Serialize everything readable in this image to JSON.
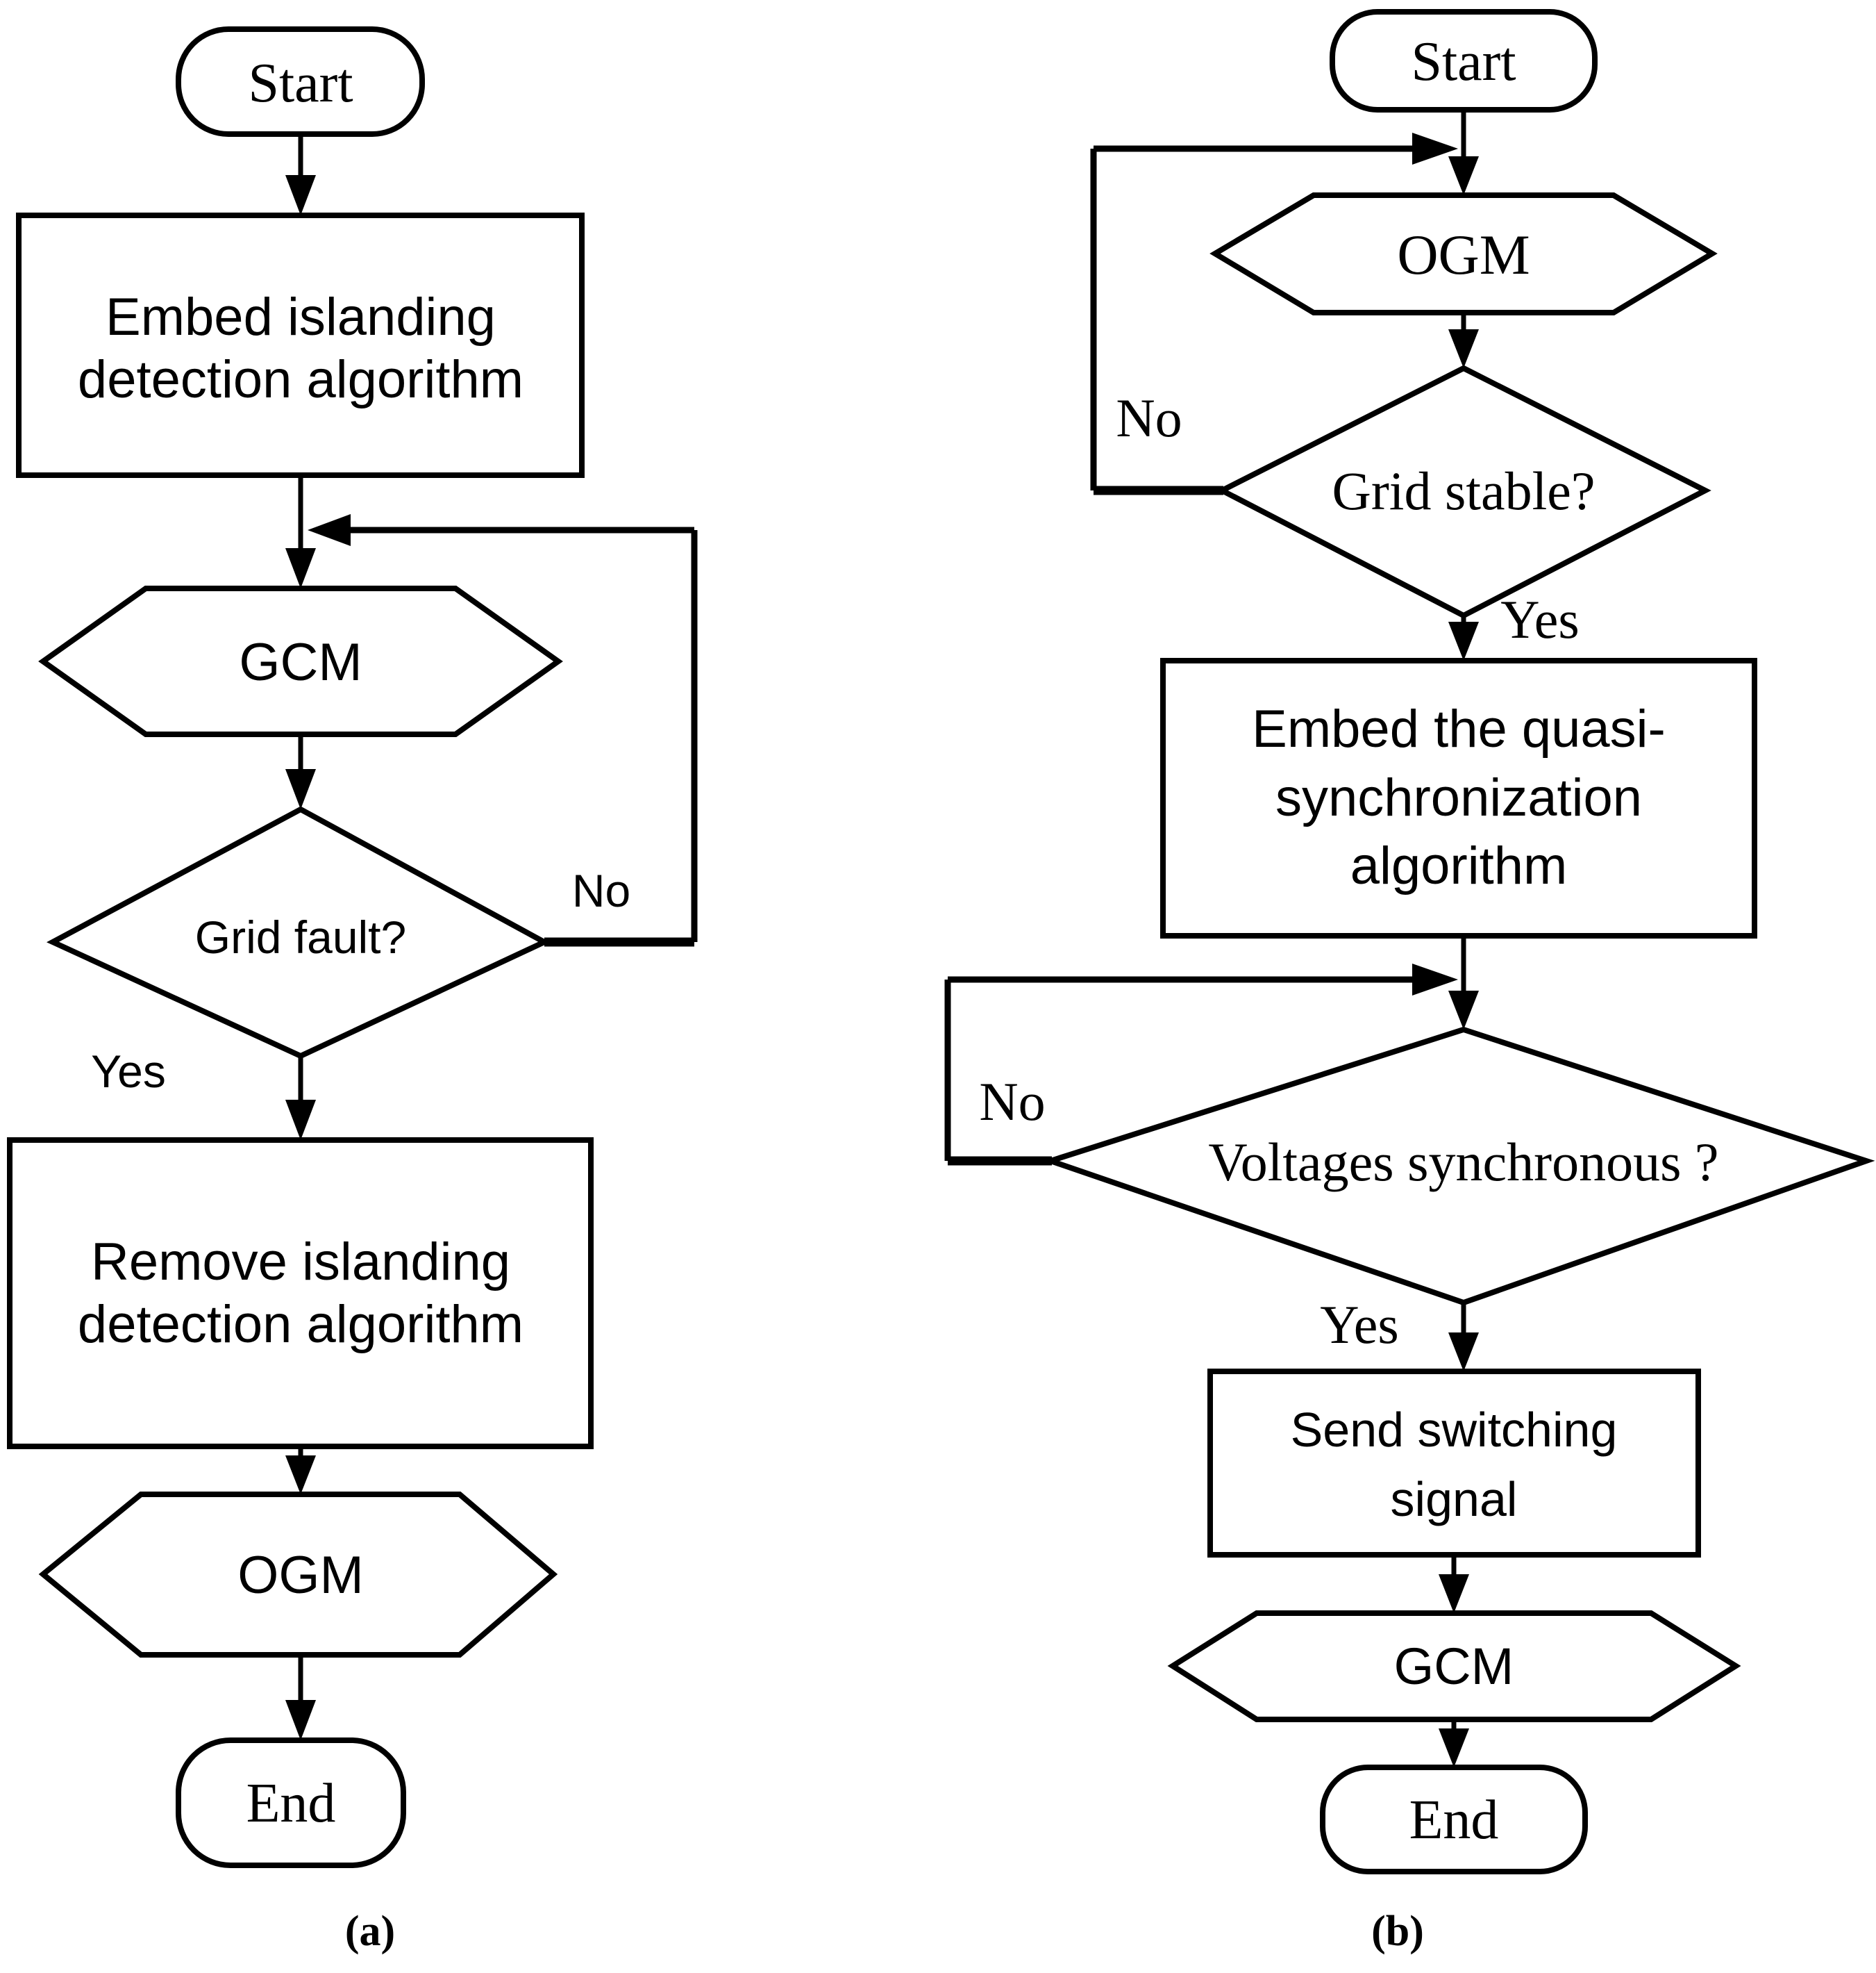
{
  "figure": {
    "background_color": "#ffffff",
    "line_color": "#000000"
  },
  "charts": {
    "a": {
      "caption": "(a)",
      "nodes": {
        "start": "Start",
        "embed_line1": "Embed islanding",
        "embed_line2": "detection algorithm",
        "gcm": "GCM",
        "grid_fault": "Grid fault?",
        "remove_line1": "Remove islanding",
        "remove_line2": "detection algorithm",
        "ogm": "OGM",
        "end": "End"
      },
      "edge_labels": {
        "no": "No",
        "yes": "Yes"
      }
    },
    "b": {
      "caption": "(b)",
      "nodes": {
        "start": "Start",
        "ogm": "OGM",
        "grid_stable": "Grid stable?",
        "embed_line1": "Embed the quasi-",
        "embed_line2": "synchronization",
        "embed_line3": "algorithm",
        "voltages_sync": "Voltages synchronous ?",
        "send_line1": "Send switching",
        "send_line2": "signal",
        "gcm": "GCM",
        "end": "End"
      },
      "edge_labels": {
        "no1": "No",
        "yes1": "Yes",
        "no2": "No",
        "yes2": "Yes"
      }
    }
  }
}
